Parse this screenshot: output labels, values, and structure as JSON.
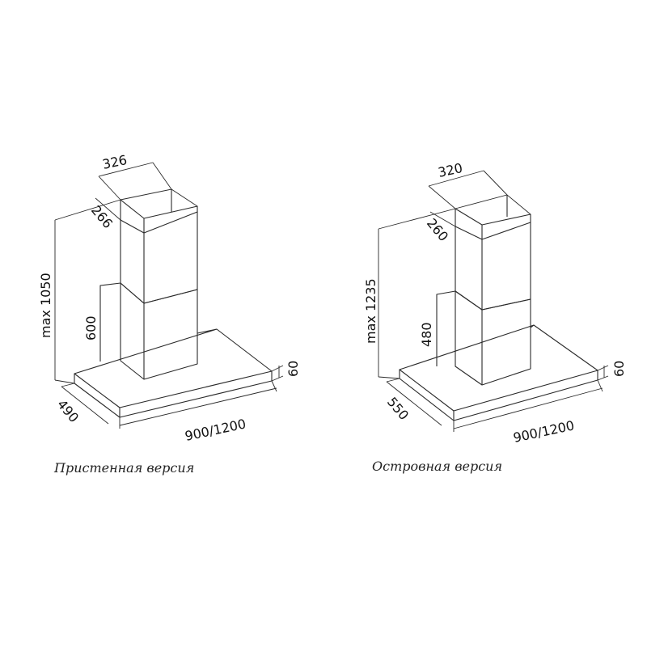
{
  "wall": {
    "caption": "Пристенная версия",
    "dims": {
      "top_width": "326",
      "top_depth": "266",
      "total_height": "max 1050",
      "lower_chimney": "600",
      "canopy_height": "60",
      "canopy_depth": "490",
      "canopy_width": "900/1200"
    }
  },
  "island": {
    "caption": "Островная версия",
    "dims": {
      "top_width": "320",
      "top_depth": "260",
      "total_height": "max 1235",
      "lower_chimney": "480",
      "canopy_height": "60",
      "canopy_depth": "550",
      "canopy_width": "900/1200"
    }
  },
  "colors": {
    "line": "#2a2a2a",
    "text": "#111111"
  }
}
